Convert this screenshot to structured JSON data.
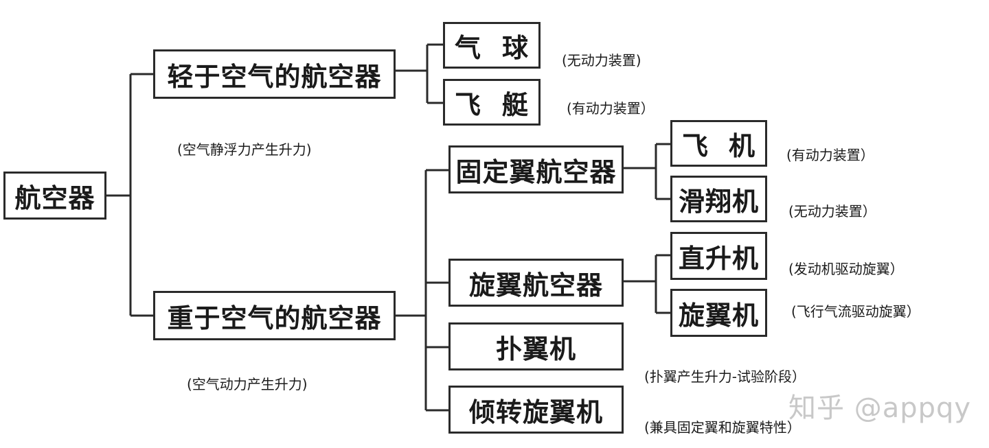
{
  "root": {
    "label": "航空器"
  },
  "lighter": {
    "label": "轻于空气的航空器",
    "note": "(空气静浮力产生升力)",
    "children": [
      {
        "c1": "气",
        "c2": "球",
        "note": "(无动力装置)"
      },
      {
        "c1": "飞",
        "c2": "艇",
        "note": "(有动力装置）"
      }
    ]
  },
  "heavier": {
    "label": "重于空气的航空器",
    "note": "(空气动力产生升力)",
    "fixed_wing": {
      "label": "固定翼航空器",
      "children": [
        {
          "c1": "飞",
          "c2": "机",
          "note": "(有动力装置）"
        },
        {
          "label": "滑翔机",
          "note": "(无动力装置）"
        }
      ]
    },
    "rotary_wing": {
      "label": "旋翼航空器",
      "children": [
        {
          "label": "直升机",
          "note": "(发动机驱动旋翼）"
        },
        {
          "label": "旋翼机",
          "note": "(飞行气流驱动旋翼）"
        }
      ]
    },
    "ornithopter": {
      "label": "扑翼机",
      "note": "(扑翼产生升力-试验阶段）"
    },
    "tiltrotor": {
      "label": "倾转旋翼机",
      "note": "(兼具固定翼和旋翼特性）"
    }
  },
  "watermark": "知乎 @appqy"
}
